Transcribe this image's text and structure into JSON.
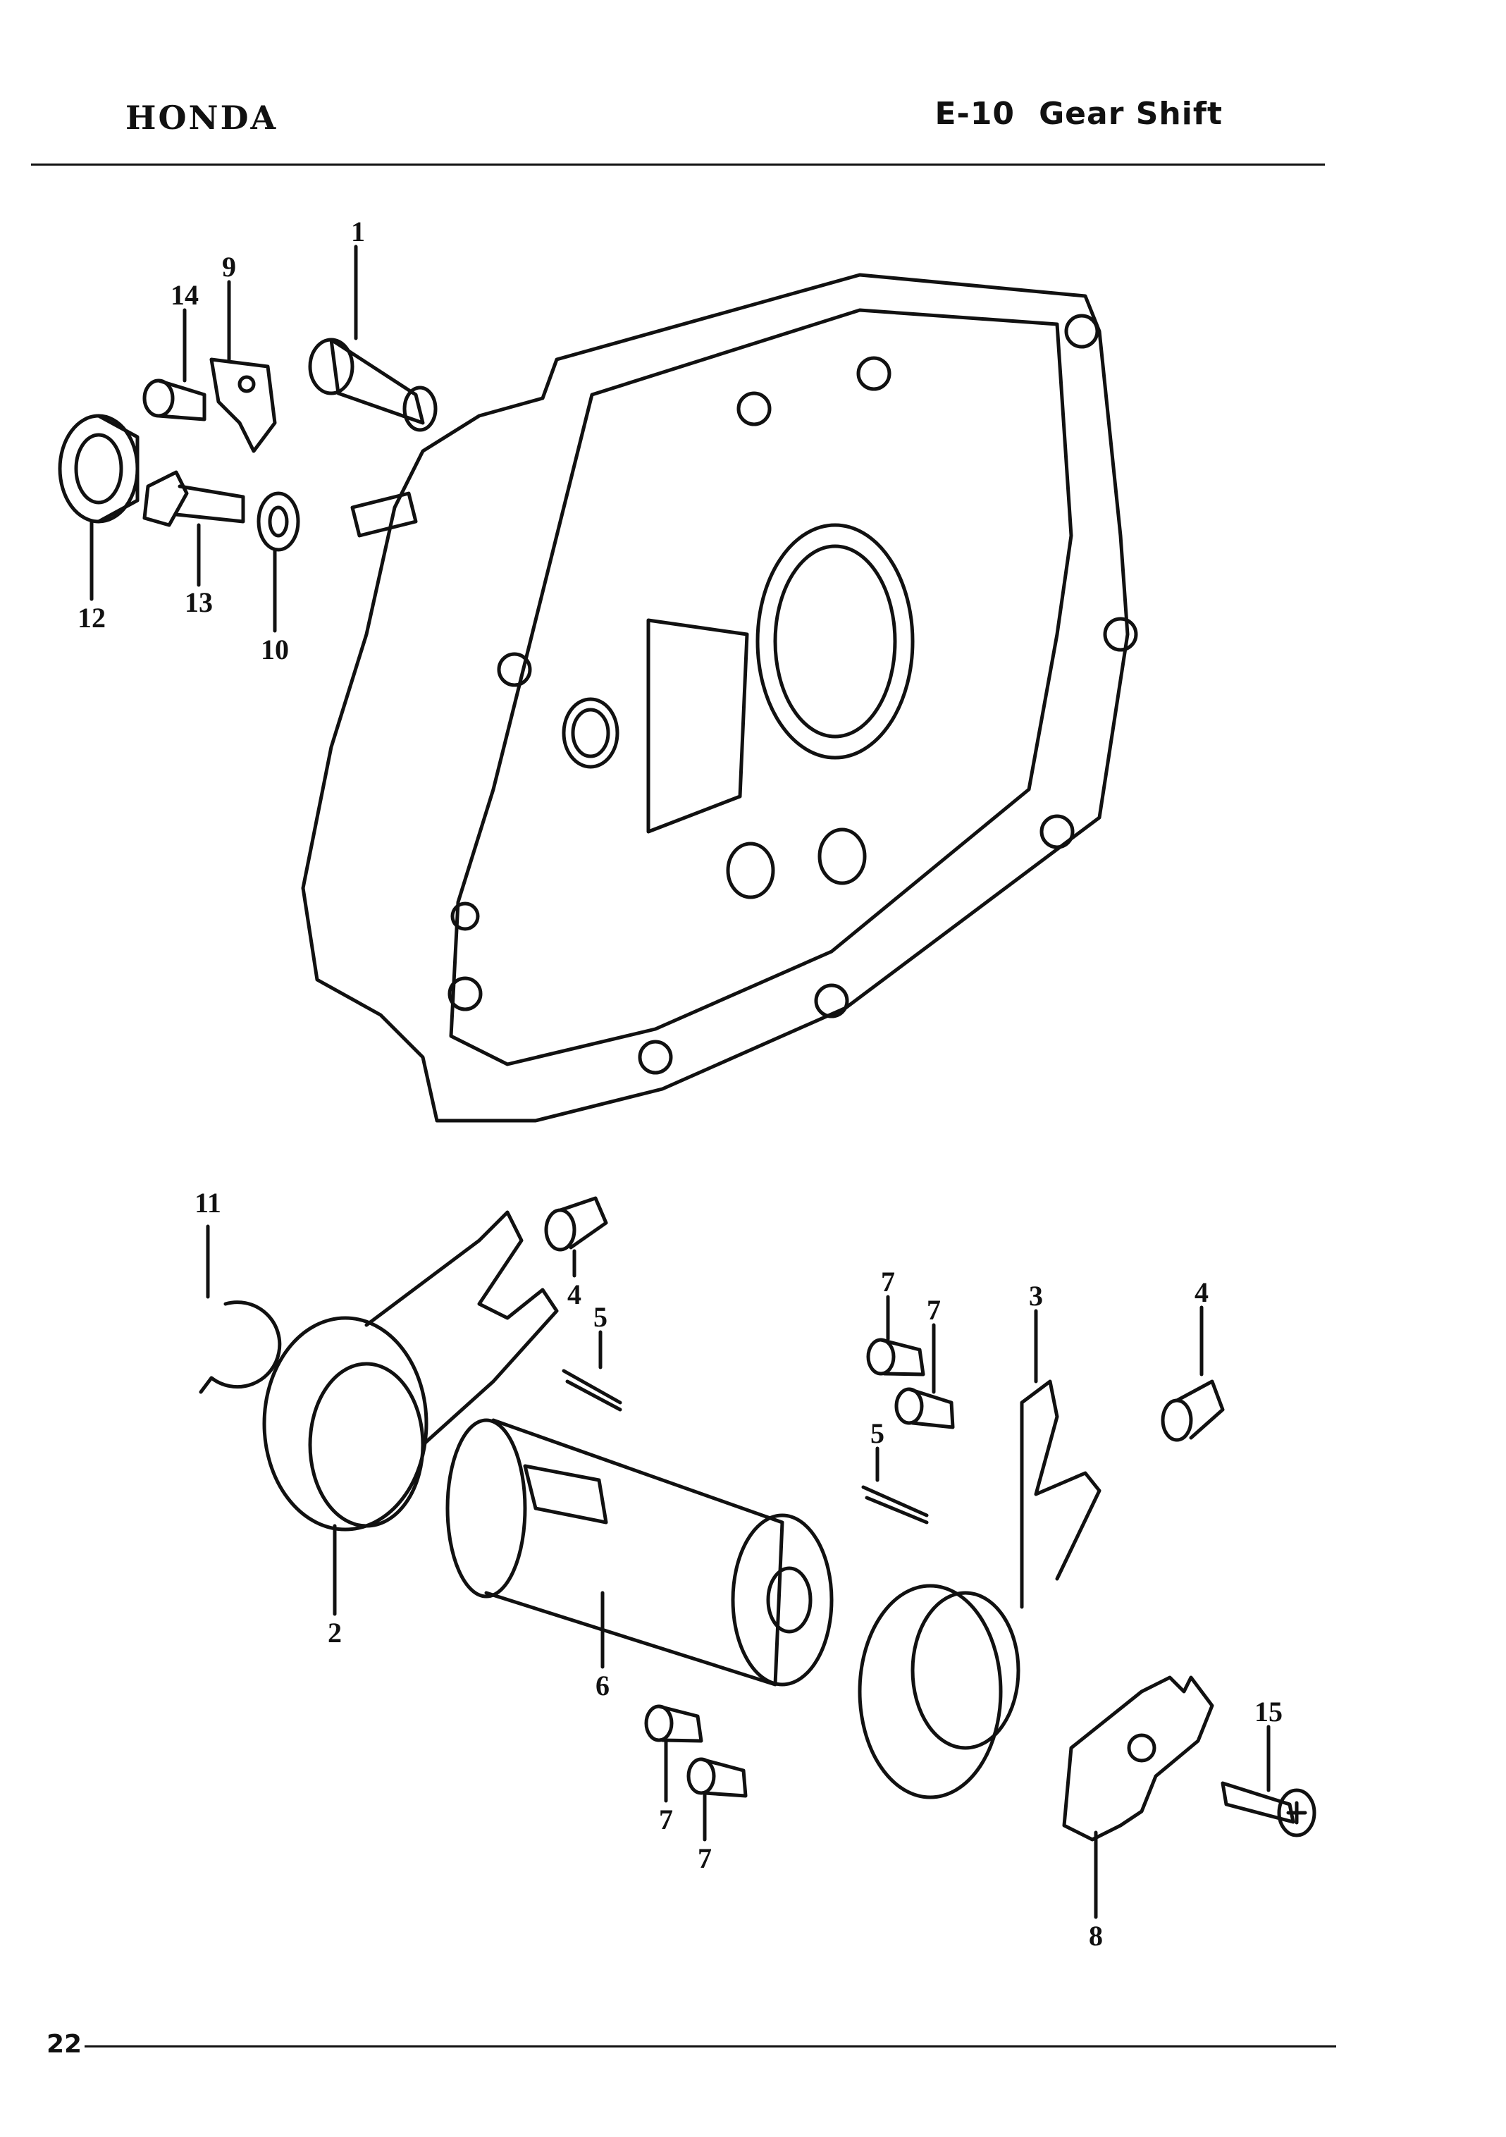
{
  "header": {
    "brand": "HONDA",
    "section_code": "E-10",
    "section_title": "Gear Shift"
  },
  "footer": {
    "page_number": "22"
  },
  "diagram": {
    "callouts": [
      "1",
      "9",
      "14",
      "12",
      "13",
      "10",
      "11",
      "2",
      "4",
      "5",
      "6",
      "7",
      "7",
      "5",
      "3",
      "4",
      "7",
      "7",
      "8",
      "15"
    ]
  }
}
